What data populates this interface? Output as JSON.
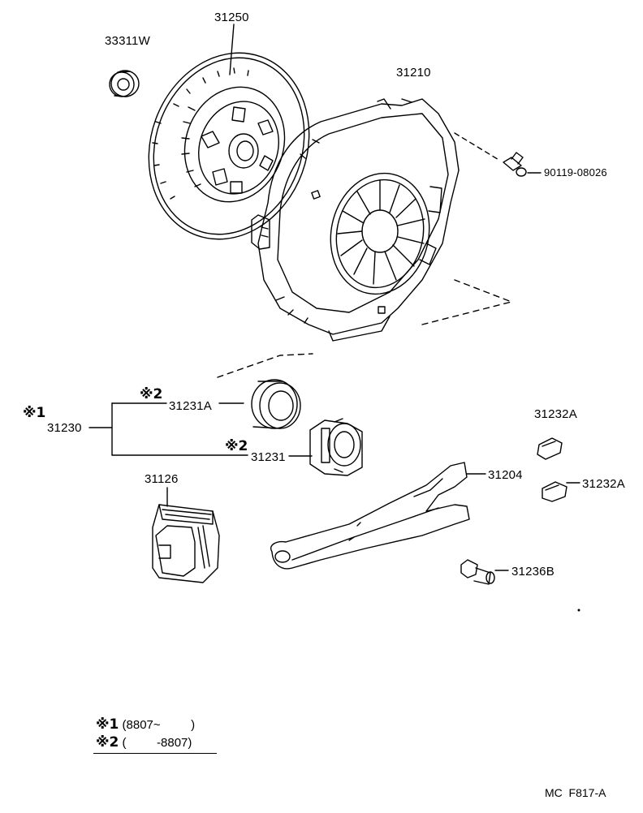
{
  "parts": {
    "bearing_small": "33311W",
    "clutch_disc": "31250",
    "clutch_cover": "31210",
    "bolt": "90119-08026",
    "release_bearing_group": "31230",
    "release_bearing_a": "31231A",
    "release_bearing": "31231",
    "boot": "31126",
    "release_fork": "31204",
    "clip_upper": "31232A",
    "clip_lower": "31232A",
    "pivot_stud": "31236B"
  },
  "marks": {
    "group_mark": "※1",
    "upper_mark": "※2",
    "lower_mark": "※2"
  },
  "notes": {
    "note1_mark": "※1",
    "note1_text": " (8807~         )",
    "note2_mark": "※2",
    "note2_text": " (         -8807)"
  },
  "diagram_code": "MC  F817-A"
}
